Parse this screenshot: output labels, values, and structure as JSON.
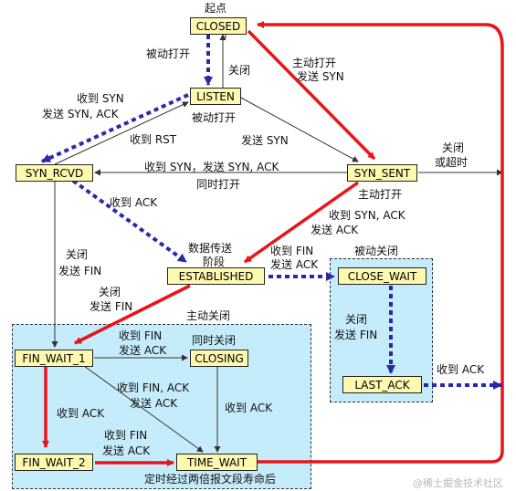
{
  "colors": {
    "active_path": "#e8141a",
    "passive_path": "#2a2aa8",
    "normal_path": "#333333",
    "state_fill": "#fff9b0",
    "region_fill": "#c5ecfa"
  },
  "states": {
    "closed": "CLOSED",
    "listen": "LISTEN",
    "syn_rcvd": "SYN_RCVD",
    "syn_sent": "SYN_SENT",
    "established": "ESTABLISHED",
    "close_wait": "CLOSE_WAIT",
    "last_ack": "LAST_ACK",
    "fin_wait_1": "FIN_WAIT_1",
    "closing": "CLOSING",
    "fin_wait_2": "FIN_WAIT_2",
    "time_wait": "TIME_WAIT"
  },
  "labels": {
    "start": "起点",
    "passive_open_1": "被动打开",
    "close_1": "关闭",
    "active_open_send_syn_1": "主动打开",
    "active_open_send_syn_2": "发送 SYN",
    "passive_open_2": "被动打开",
    "recv_syn_1": "收到 SYN",
    "recv_syn_2": "发送 SYN, ACK",
    "recv_rst": "收到 RST",
    "send_syn": "发送 SYN",
    "simul_recv_syn": "收到 SYN，发送 SYN, ACK",
    "simul_open": "同时打开",
    "close_timeout_1": "关闭",
    "close_timeout_2": "或超时",
    "active_open_3": "主动打开",
    "recv_ack_1": "收到 ACK",
    "recv_synack_1": "收到 SYN, ACK",
    "recv_synack_2": "发送 ACK",
    "data_transfer_1": "数据传送",
    "data_transfer_2": "阶段",
    "recv_fin_1": "收到 FIN",
    "recv_fin_2": "发送 ACK",
    "passive_close": "被动关闭",
    "close_send_fin_a1": "关闭",
    "close_send_fin_a2": "发送 FIN",
    "close_send_fin_b1": "关闭",
    "close_send_fin_b2": "发送 FIN",
    "active_close": "主动关闭",
    "close_send_fin_c1": "关闭",
    "close_send_fin_c2": "发送 FIN",
    "recv_ack_2": "收到 ACK",
    "recv_fin_3": "收到 FIN",
    "recv_fin_4": "发送 ACK",
    "simul_close": "同时关闭",
    "recv_fin_ack_1": "收到 FIN, ACK",
    "recv_fin_ack_2": "发送 ACK",
    "recv_ack_3": "收到 ACK",
    "recv_ack_4": "收到 ACK",
    "recv_fin_5": "收到 FIN",
    "recv_fin_6": "发送 ACK",
    "timeout_2msl": "定时经过两倍报文段寿命后",
    "watermark": "@稀土掘金技术社区"
  }
}
